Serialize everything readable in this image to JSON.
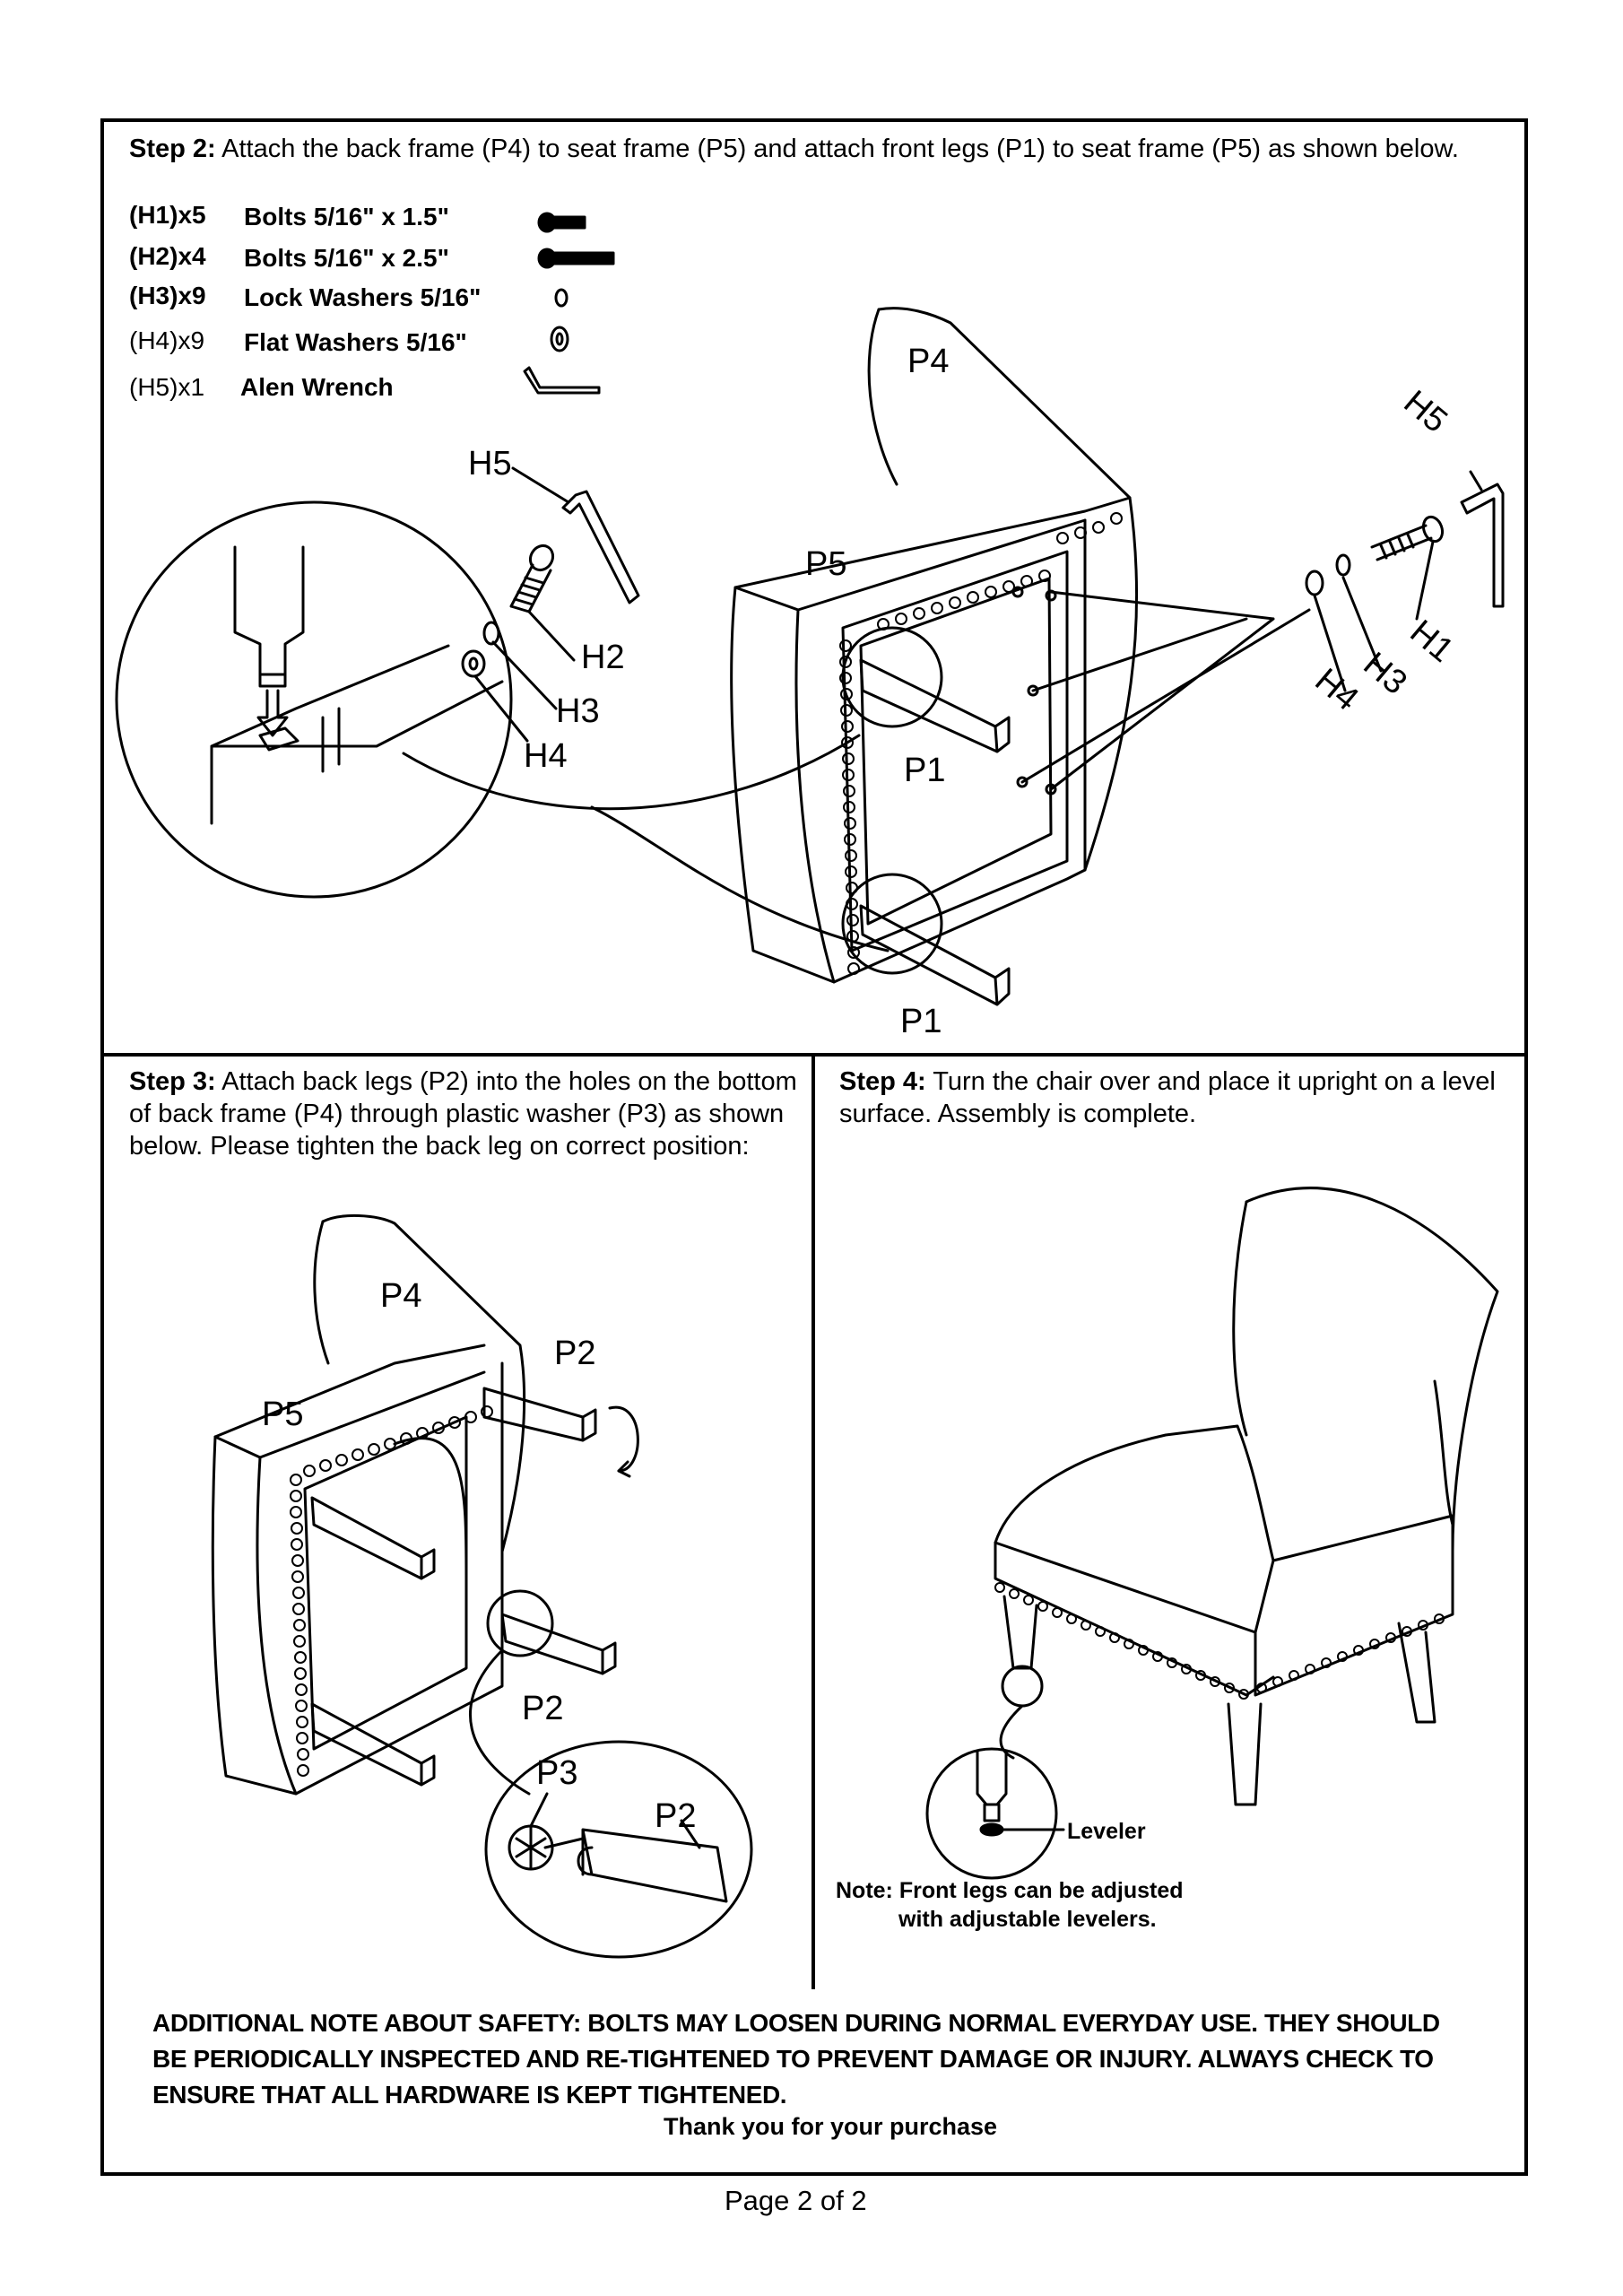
{
  "step2": {
    "heading": "Step 2:",
    "text": "Attach the back frame (P4) to seat frame (P5) and attach front legs (P1) to seat frame (P5)  as shown below.",
    "hardware": [
      {
        "code": "(H1)x5",
        "desc": "Bolts  5/16\" x 1.5\""
      },
      {
        "code": "(H2)x4",
        "desc": "Bolts  5/16\" x 2.5\""
      },
      {
        "code": "(H3)x9",
        "desc": "Lock Washers 5/16\""
      },
      {
        "code": "(H4)x9",
        "desc": "Flat Washers 5/16\""
      },
      {
        "code": "(H5)x1",
        "desc": "Alen Wrench"
      }
    ],
    "labels": {
      "p4": "P4",
      "p5": "P5",
      "p1a": "P1",
      "p1b": "P1",
      "h5a": "H5",
      "h2": "H2",
      "h3a": "H3",
      "h4a": "H4",
      "h5b": "H5",
      "h1": "H1",
      "h3b": "H3",
      "h4b": "H4"
    }
  },
  "step3": {
    "heading": "Step 3:",
    "text": "Attach back legs (P2) into the holes on the bottom of back frame (P4) through plastic washer (P3) as shown below. Please tighten the back leg on correct position:",
    "labels": {
      "p4": "P4",
      "p5": "P5",
      "p2a": "P2",
      "p2b": "P2",
      "p3": "P3",
      "p2c": "P2"
    }
  },
  "step4": {
    "heading": "Step 4:",
    "text": "Turn the chair over and place it upright on a level surface. Assembly is complete.",
    "leveler": "Leveler",
    "note_line1": "Note: Front legs can be adjusted",
    "note_line2": "with adjustable levelers."
  },
  "safety_note": "ADDITIONAL NOTE ABOUT SAFETY: BOLTS MAY LOOSEN DURING NORMAL EVERYDAY USE.  THEY SHOULD BE PERIODICALLY INSPECTED AND RE-TIGHTENED TO PREVENT DAMAGE OR INJURY.  ALWAYS CHECK TO ENSURE THAT ALL HARDWARE IS KEPT TIGHTENED.",
  "thanks": "Thank you for your purchase",
  "page_number": "Page 2 of 2"
}
